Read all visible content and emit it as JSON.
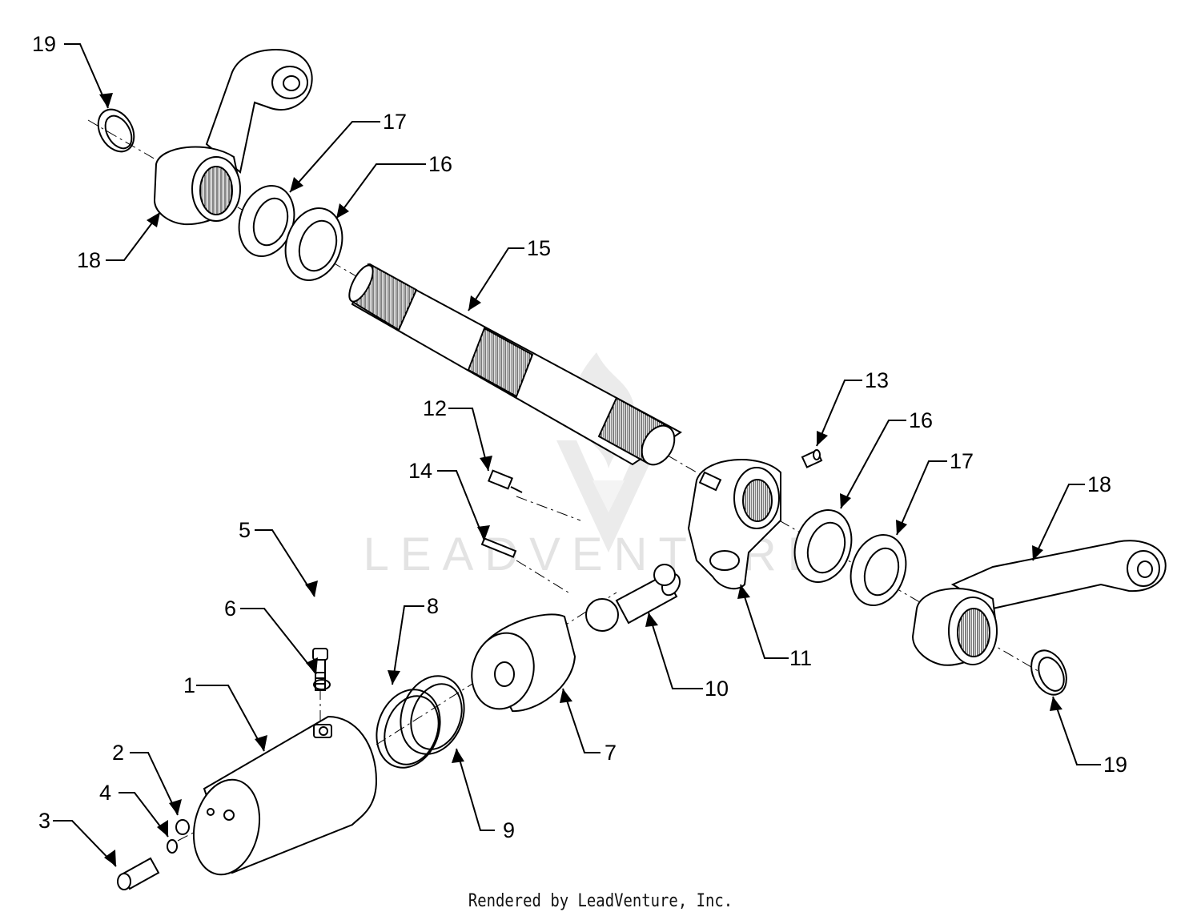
{
  "colors": {
    "ink": "#000000",
    "paper": "#ffffff",
    "watermark": "#e6e6e6"
  },
  "watermark": {
    "text": "LEADVENTURE",
    "icon": "leadventure-logo-icon"
  },
  "footer": {
    "credit": "Rendered by LeadVenture, Inc."
  },
  "callouts": {
    "c19a": "19",
    "c17a": "17",
    "c16a": "16",
    "c18a": "18",
    "c15": "15",
    "c13": "13",
    "c16b": "16",
    "c17b": "17",
    "c18b": "18",
    "c12": "12",
    "c14": "14",
    "c5": "5",
    "c6": "6",
    "c8": "8",
    "c1": "1",
    "c2": "2",
    "c4": "4",
    "c3": "3",
    "c9": "9",
    "c7": "7",
    "c10": "10",
    "c11": "11",
    "c19b": "19"
  }
}
